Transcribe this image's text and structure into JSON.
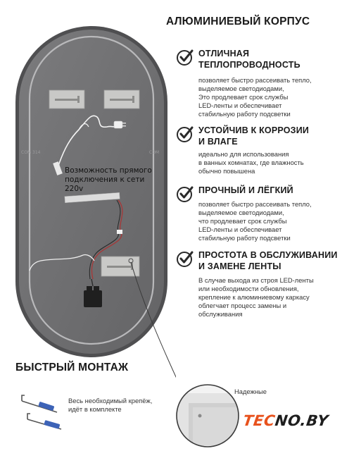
{
  "main_title": "АЛЮМИНИЕВЫЙ КОРПУС",
  "features": [
    {
      "title": [
        "ОТЛИЧНАЯ",
        "ТЕПЛОПРОВОДНОСТЬ"
      ],
      "desc": [
        "позволяет быстро рассеивать тепло,",
        "выделяемое светодиодами,",
        "Это продлевает срок службы",
        "LED-ленты и обеспечивает",
        "стабильную работу подсветки"
      ]
    },
    {
      "title": [
        "УСТОЙЧИВ К КОРРОЗИИ",
        "И ВЛАГЕ"
      ],
      "desc": [
        "идеально для использования",
        "в ванных комнатах, где влажность",
        "обычно повышена"
      ]
    },
    {
      "title": [
        "ПРОЧНЫЙ И ЛЁГКИЙ"
      ],
      "desc": [
        "позволяет быстро рассеивать тепло,",
        "выделяемое светодиодами,",
        "что продлевает срок службы",
        "LED-ленты и обеспечивает",
        "стабильную работу подсветки"
      ]
    },
    {
      "title": [
        "ПРОСТОТА В ОБСЛУЖИВАНИИ",
        "И ЗАМЕНЕ ЛЕНТЫ"
      ],
      "desc": [
        "В случае выхода из строя LED-ленты",
        "или необходимости обновления,",
        "крепление к алюминиевому каркасу",
        "облегчает процесс замены и",
        "обслуживания"
      ]
    }
  ],
  "mirror_label": [
    "Возможность прямого",
    "подключения к сети 220v"
  ],
  "bottom": {
    "title": "БЫСТРЫЙ МОНТАЖ",
    "mount_text": [
      "Весь необходимый крепёж,",
      "идёт в комплекте"
    ],
    "reliable_text": "Надежные"
  },
  "logo": {
    "part1": "TEC",
    "part2": "NO.BY"
  },
  "colors": {
    "mirror_back": "#6f6f71",
    "mirror_frame": "#505052",
    "brand_orange": "#e8521d",
    "icon_dark": "#2a2a2a"
  },
  "icons": [
    "check-icon",
    "mounting-bolts-icon"
  ]
}
